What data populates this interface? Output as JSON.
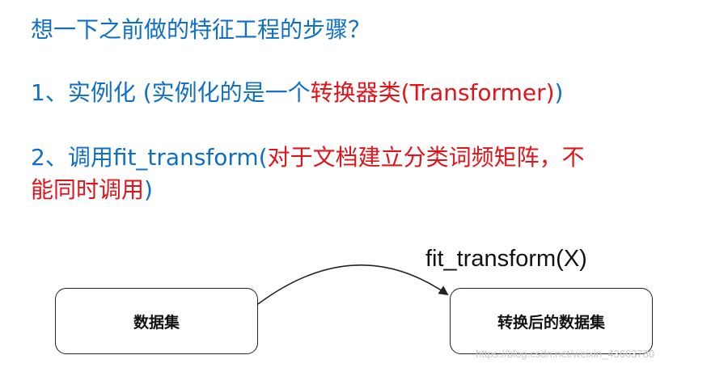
{
  "question": "想一下之前做的特征工程的步骤？",
  "step1": {
    "prefix": "1、实例化 (实例化的是一个",
    "highlight": "转换器类(Transformer)",
    "suffix": ")"
  },
  "step2": {
    "prefix": "2、调用fit_transform(",
    "highlight_line1": "对于文档建立分类词频矩阵，不",
    "highlight_line2": "能同时调用",
    "suffix": ")"
  },
  "diagram": {
    "source_label": "数据集",
    "target_label": "转换后的数据集",
    "edge_label": "fit_transform(X)"
  },
  "watermark": "https://blog.csdn.net/weixin_43663780",
  "colors": {
    "blue": "#0f6fc6",
    "red": "#e0141a",
    "stroke": "#222222"
  }
}
